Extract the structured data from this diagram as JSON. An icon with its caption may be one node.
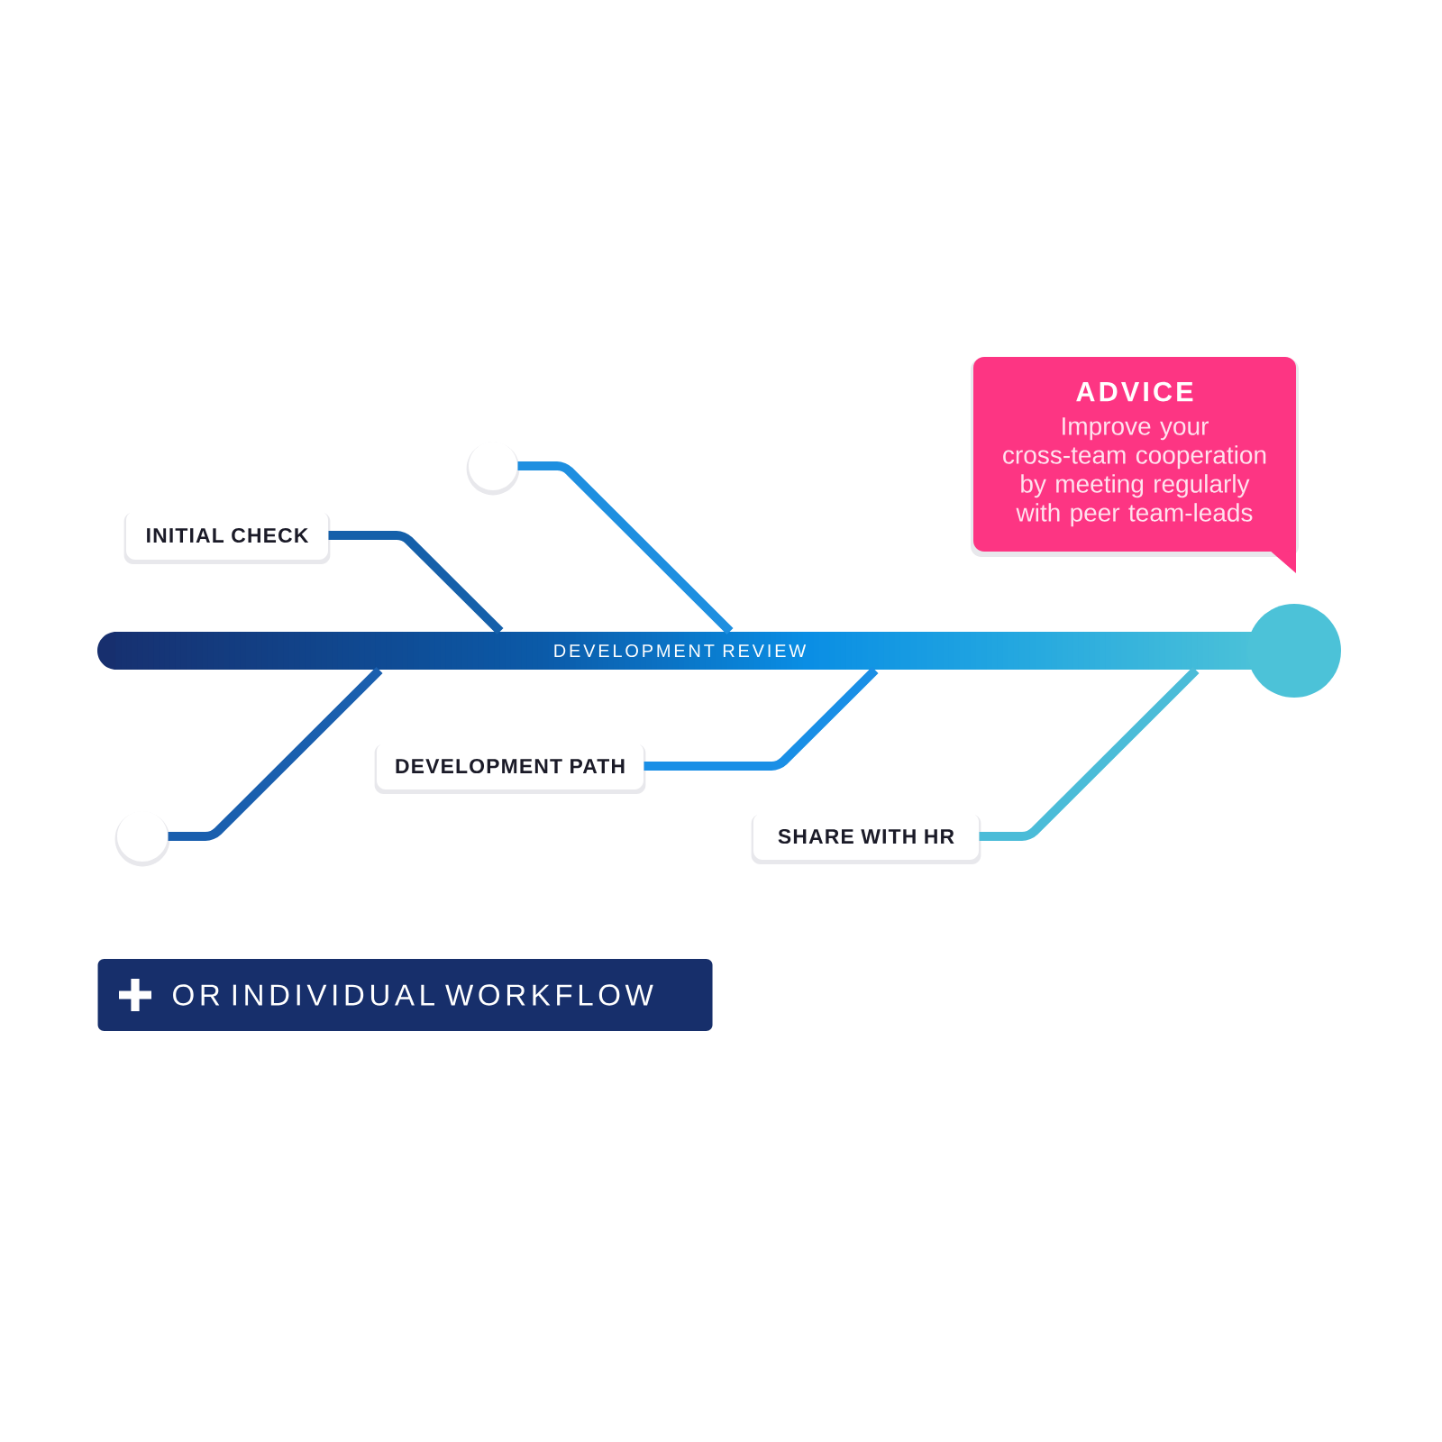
{
  "diagram": {
    "nodes": [
      {
        "text": [
          "ADVICE",
          "Improve your cross-team cooperation by meeting regularly with peer team-leads"
        ]
      },
      {
        "text": [],
        "shape": "circle"
      },
      {
        "text": [
          "INITIAL CHECK"
        ]
      },
      {
        "text": [
          "DEVELOPMENT REVIEW"
        ]
      },
      {
        "text": [
          "DEVELOPMENT PATH"
        ]
      },
      {
        "text": [],
        "shape": "circle"
      },
      {
        "text": [
          "SHARE WITH HR"
        ]
      },
      {
        "text": [
          "OR INDIVIDUAL WORKFLOW"
        ]
      }
    ],
    "edges": [
      {
        "from": 2,
        "to": 3,
        "arrow": "none",
        "color": "#1560aa"
      },
      {
        "from": 1,
        "to": 3,
        "arrow": "none",
        "color": "#1e8fe0"
      },
      {
        "from": 5,
        "to": 3,
        "arrow": "none",
        "color": "#1a5fae"
      },
      {
        "from": 4,
        "to": 3,
        "arrow": "none",
        "color": "#1a8fe6"
      },
      {
        "from": 6,
        "to": 3,
        "arrow": "none",
        "color": "#4bbcd8"
      }
    ]
  }
}
